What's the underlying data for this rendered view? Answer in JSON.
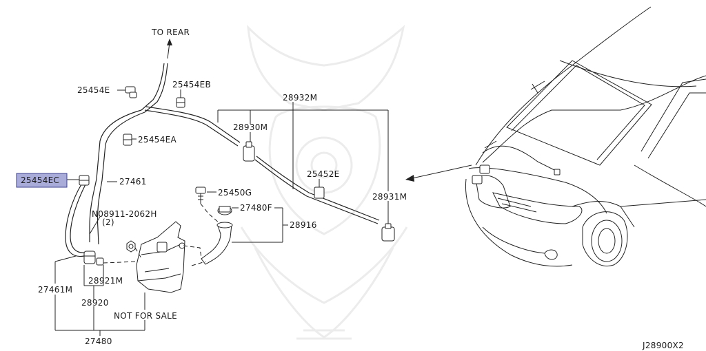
{
  "colors": {
    "highlight": "#a9acd9",
    "highlight_border": "#3b3f8c",
    "ink": "#1a1a1a"
  },
  "labels": {
    "to_rear": "TO REAR",
    "l_25454E": "25454E",
    "l_25454EB": "25454EB",
    "l_28932M": "28932M",
    "l_28930M": "28930M",
    "l_25454EA": "25454EA",
    "l_25454EC": "25454EC",
    "l_27461": "27461",
    "l_25452E": "25452E",
    "l_28931M": "28931M",
    "l_25450G": "25450G",
    "l_27480F": "27480F",
    "l_28916": "28916",
    "l_nut": "N08911-2062H",
    "l_nut_qty": "(2)",
    "l_28921M": "28921M",
    "l_27461M": "27461M",
    "l_28920": "28920",
    "l_not_for_sale": "NOT FOR SALE",
    "l_27480": "27480",
    "diagram_code": "J28900X2"
  }
}
